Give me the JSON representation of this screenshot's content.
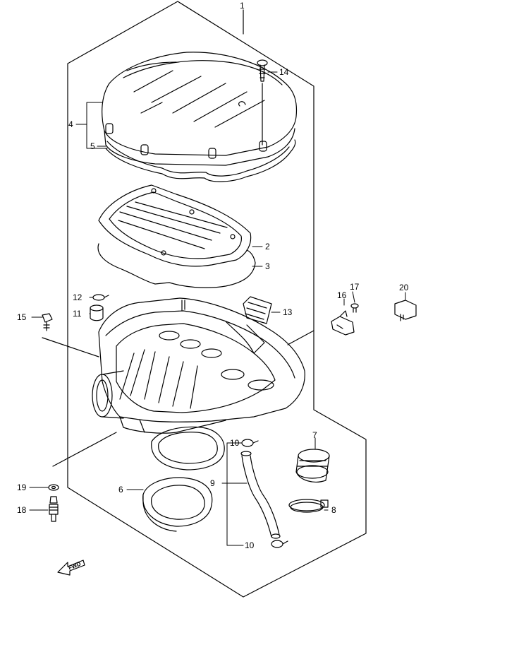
{
  "diagram": {
    "callouts": {
      "c1": "1",
      "c2": "2",
      "c3": "3",
      "c4": "4",
      "c5": "5",
      "c6": "6",
      "c7": "7",
      "c8": "8",
      "c9": "9",
      "c10a": "10",
      "c10b": "10",
      "c11": "11",
      "c12": "12",
      "c13": "13",
      "c14": "14",
      "c15": "15",
      "c16": "16",
      "c17": "17",
      "c18": "18",
      "c19": "19",
      "c20": "20"
    },
    "fwd_label": "FWD"
  }
}
